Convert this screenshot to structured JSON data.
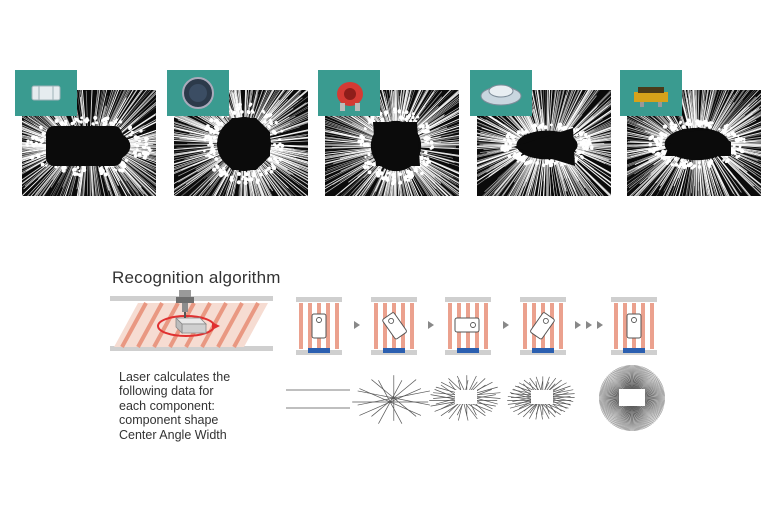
{
  "components": [
    {
      "name": "chip-component"
    },
    {
      "name": "inductor-component"
    },
    {
      "name": "coil-component"
    },
    {
      "name": "connector-component"
    },
    {
      "name": "ic-component"
    }
  ],
  "icons": {
    "rotation": "rotation-arrow-icon",
    "nozzle": "pickup-nozzle-icon",
    "step_arrow": "triangle-right-icon"
  },
  "recognition": {
    "title": "Recognition algorithm",
    "caption_lines": [
      "Laser calculates the",
      "following data for",
      "each component:",
      "component shape",
      "Center Angle Width"
    ]
  },
  "colors": {
    "laser_stripe": "#e8917a",
    "rotation_ring": "#e03030",
    "base_bar": "#2b5fb0",
    "silhouette": "#0b0b0b"
  }
}
